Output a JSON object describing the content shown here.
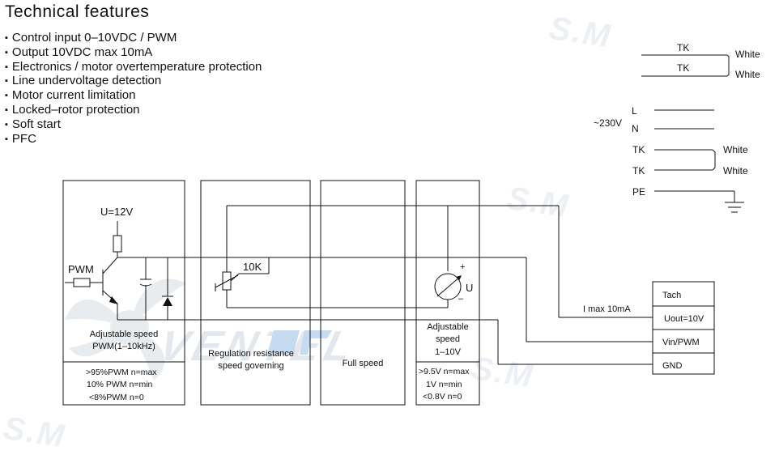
{
  "title": "Technical  features",
  "features": [
    "Control input 0–10VDC / PWM",
    "Output 10VDC max 10mA",
    "Electronics / motor overtemperature protection",
    "Line undervoltage detection",
    "Motor current limitation",
    "Locked–rotor protection",
    "Soft start",
    "PFC"
  ],
  "watermarks": {
    "sm": "S.M",
    "brand": "VENTEL"
  },
  "wiring_top": {
    "tk1": "TK",
    "tk2": "TK",
    "white1": "White",
    "white2": "White"
  },
  "wiring_mid": {
    "voltage": "~230V",
    "l": "L",
    "n": "N",
    "tk1": "TK",
    "tk2": "TK",
    "pe": "PE",
    "white1": "White",
    "white2": "White"
  },
  "circuit": {
    "u12": "U=12V",
    "pwm": "PWM",
    "r10k": "10K",
    "meter_plus": "+",
    "meter_minus": "–",
    "meter_u": "U",
    "imax": "I max 10mA"
  },
  "panel1": {
    "title_line1": "Adjustable speed",
    "title_line2": "PWM(1–10kHz)",
    "spec_line1": ">95%PWM  n=max",
    "spec_line2": "10%  PWM  n=min",
    "spec_line3": "<8%PWM  n=0"
  },
  "panel2": {
    "line1": "Regulation resistance",
    "line2": "speed governing"
  },
  "panel3": {
    "label": "Full  speed"
  },
  "panel4": {
    "title_line1": "Adjustable",
    "title_line2": "speed",
    "title_line3": "1–10V",
    "spec_line1": ">9.5V n=max",
    "spec_line2": "1V  n=min",
    "spec_line3": "<0.8V n=0"
  },
  "terminals": [
    "Tach",
    "Uout=10V",
    "Vin/PWM",
    "GND"
  ],
  "colors": {
    "line": "#111111",
    "watermark_text": "#eceff3",
    "watermark_blue": "#c5dbef"
  }
}
